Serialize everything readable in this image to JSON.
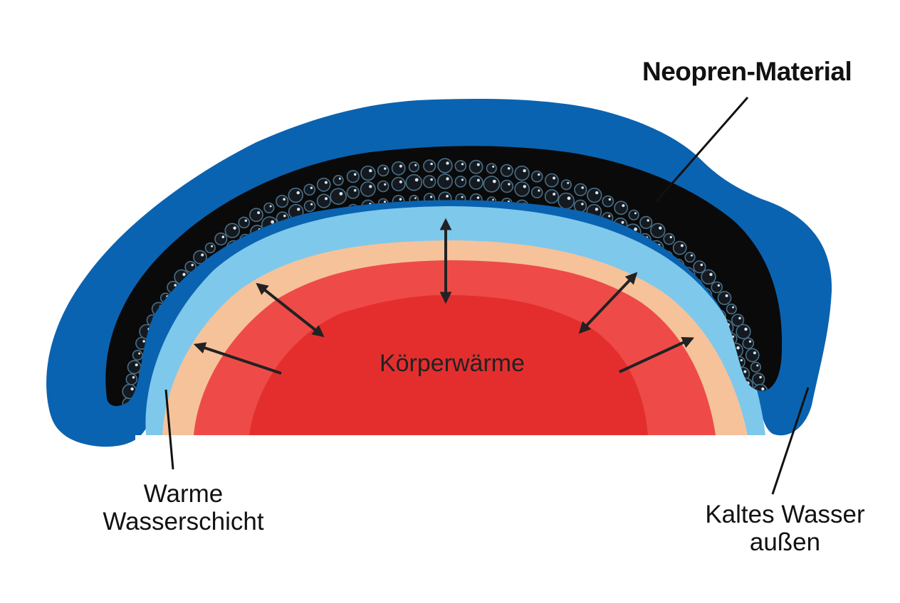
{
  "labels": {
    "neoprene": "Neopren-Material",
    "warm_water_line1": "Warme",
    "warm_water_line2": "Wasserschicht",
    "cold_water_line1": "Kaltes Wasser",
    "cold_water_line2": "außen",
    "body_heat": "Körperwärme"
  },
  "colors": {
    "outer_cold_water": "#0A63B0",
    "neoprene": "#0A0A0A",
    "neoprene_bubbles": "#4A6E86",
    "warm_water_layer": "#7EC8EC",
    "skin_layer": "#F6C29A",
    "body_outer": "#EE4B48",
    "body_core": "#E42E2E",
    "arrows": "#222222",
    "leader_lines": "#111111"
  },
  "icons": {
    "heat_arrows": "double-headed-arrow",
    "outward_arrows": "single-headed-arrow"
  }
}
